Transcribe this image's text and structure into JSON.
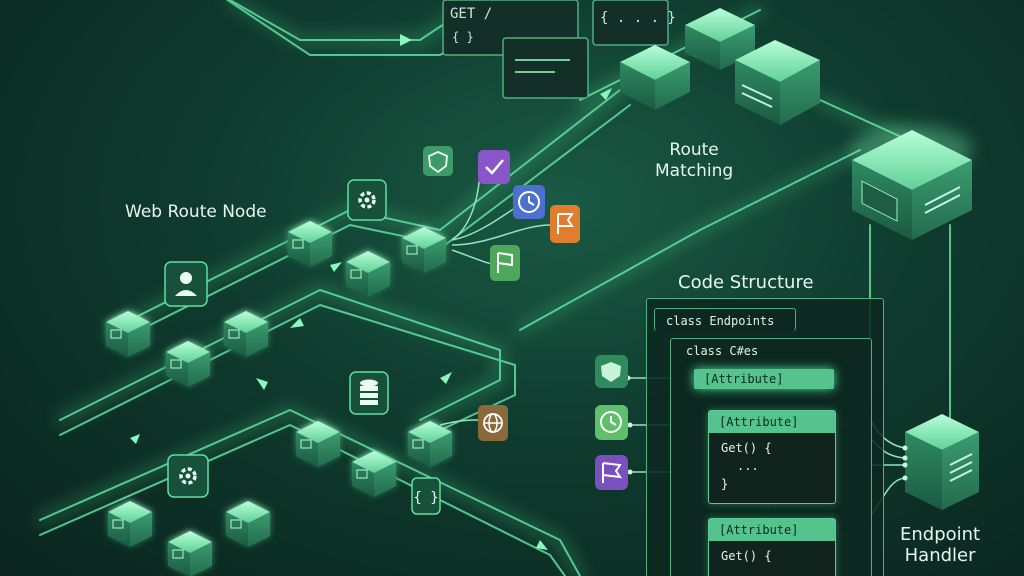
{
  "labels": {
    "web_route_node": "Web Route Node",
    "route_matching": "Route\nMatching",
    "code_structure": "Code Structure",
    "endpoint_handler": "Endpoint\nHandler"
  },
  "snippets": {
    "get": "GET /",
    "braces": "{ }",
    "braces_dots": "{ . . . }"
  },
  "code": {
    "class_endpoints": "class Endpoints",
    "class_cs": "class C#es",
    "attribute1": "[Attribute]",
    "attribute2": "[Attribute]",
    "attribute3": "[Attribute]",
    "method1_sig": "Get() {",
    "method1_body": "...",
    "method1_close": "}",
    "method2_sig": "Get() {",
    "method2_body": "..."
  },
  "icons": {
    "route_node_icons": [
      "gear-icon",
      "user-icon",
      "database-icon",
      "gear-icon",
      "braces-icon"
    ],
    "badge_icons": [
      "shield-check-icon",
      "check-icon",
      "clock-icon",
      "flag-icon",
      "flag-icon",
      "globe-icon"
    ],
    "attribute_icons": [
      "shield-icon",
      "clock-icon",
      "flag-icon"
    ]
  },
  "colors": {
    "background": "#0f3b2e",
    "accent": "#54c38e",
    "glow": "#7ef5b4",
    "badge_purple": "#8a55c9",
    "badge_blue": "#4c6fd0",
    "badge_orange": "#e07d2e",
    "badge_green": "#4ea85b",
    "badge_brown": "#8a6a3a"
  }
}
